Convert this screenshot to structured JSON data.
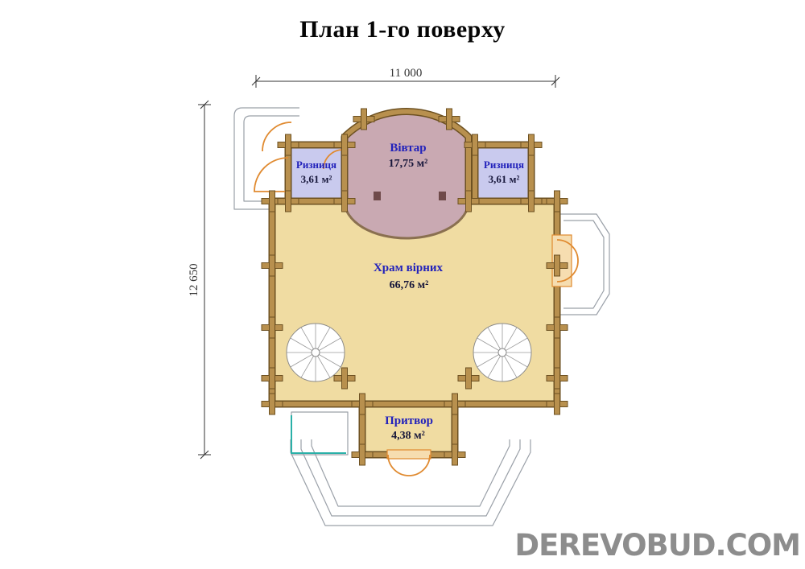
{
  "title": "План 1-го поверху",
  "dimensions": {
    "width": "11 000",
    "height": "12 650"
  },
  "rooms": [
    {
      "id": "altar",
      "name": "Вівтар",
      "area": "17,75 м²"
    },
    {
      "id": "sacristy-left",
      "name": "Ризниця",
      "area": "3,61 м²"
    },
    {
      "id": "sacristy-right",
      "name": "Ризниця",
      "area": "3,61 м²"
    },
    {
      "id": "nave",
      "name": "Храм вірних",
      "area": "66,76 м²"
    },
    {
      "id": "narthex",
      "name": "Притвор",
      "area": "4,38 м²"
    }
  ],
  "watermark": "DEREVOBUD.COM",
  "colors": {
    "wall": "#b8904e",
    "wall-edge": "#6d5122",
    "altar-fill": "#c9a9b2",
    "sacristy-fill": "#c9caee",
    "hall-fill": "#f0dca2",
    "door": "#e08a30",
    "deck": "#9aa0a8",
    "teal": "#2ab0a8",
    "room-name": "#2222bb",
    "room-area": "#16163a",
    "dim": "#333333",
    "watermark": "#8d8d8d"
  }
}
